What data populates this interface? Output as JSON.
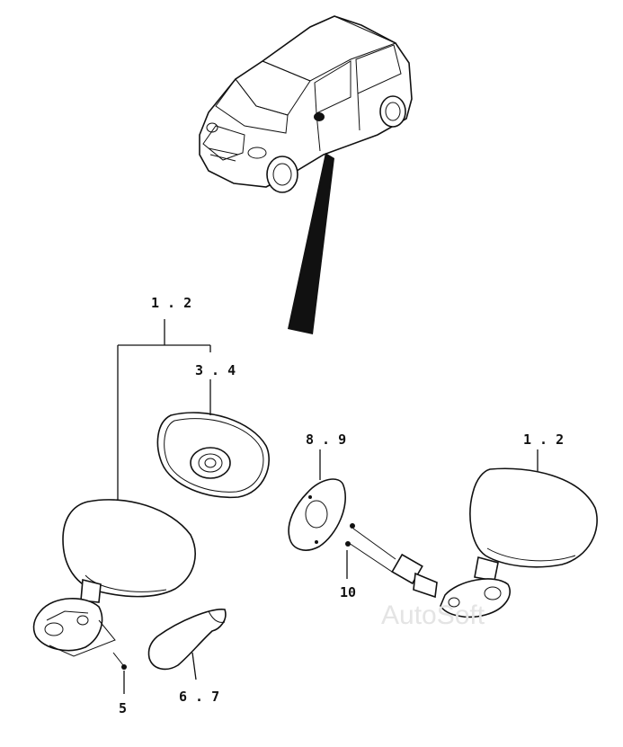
{
  "callouts": {
    "c1": "1 . 2",
    "c2": "3 . 4",
    "c3": "8 . 9",
    "c4": "1 . 2",
    "c5": "10",
    "c6": "5",
    "c7": "6 . 7"
  },
  "watermark": "AutoSoft"
}
